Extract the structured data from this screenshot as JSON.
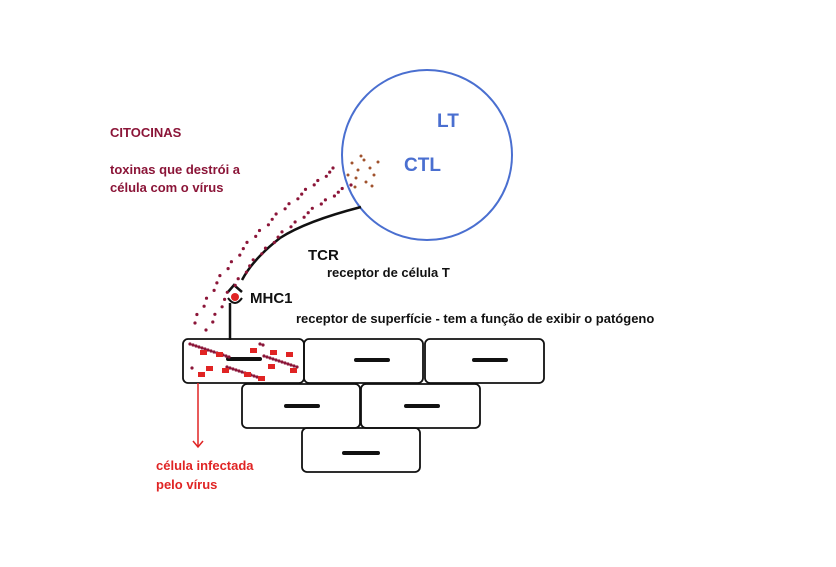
{
  "labels": {
    "lt": "LT",
    "ctl": "CTL",
    "citocinas": "CITOCINAS",
    "toxinas_line1": "toxinas que destrói a",
    "toxinas_line2": "célula com o vírus",
    "tcr": "TCR",
    "tcr_desc": "receptor de célula T",
    "mhc1": "MHC1",
    "mhc1_desc": "receptor de superfície - tem a função de exibir o patógeno",
    "infected_line1": "célula infectada",
    "infected_line2": "pelo vírus"
  },
  "colors": {
    "t_cell_outline": "#4a6fd0",
    "t_cell_text": "#4a6fd0",
    "cytokine": "#8b1538",
    "cytokine_in_cell": "#a0522d",
    "virus": "#e02424",
    "outline": "#111111"
  }
}
